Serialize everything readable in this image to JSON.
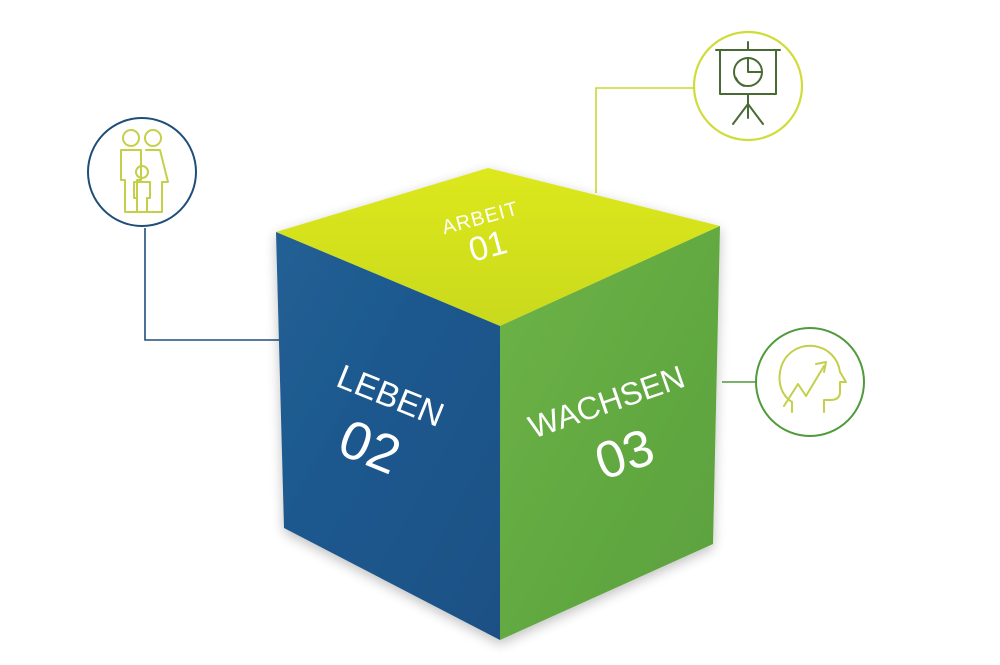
{
  "faces": {
    "top": {
      "title": "ARBEIT",
      "number": "01"
    },
    "left": {
      "title": "LEBEN",
      "number": "02"
    },
    "right": {
      "title": "WACHSEN",
      "number": "03"
    }
  },
  "icons": {
    "family": "family-icon",
    "presentation": "presentation-board-icon",
    "growth": "head-growth-arrow-icon"
  },
  "colors": {
    "top_face": "#d3e21f",
    "left_face": "#1e5a8e",
    "right_face": "#63ab43",
    "family_ring": "#1f4e79",
    "family_figure": "#c4cf4a",
    "presentation_ring": "#cfdc3a",
    "presentation_figure": "#4a6a35",
    "growth_ring": "#4f9a3a",
    "growth_figure": "#c4cf4a",
    "connector_left": "#1f4e79",
    "connector_top": "#c9d834",
    "connector_right": "#4f9a3a"
  }
}
